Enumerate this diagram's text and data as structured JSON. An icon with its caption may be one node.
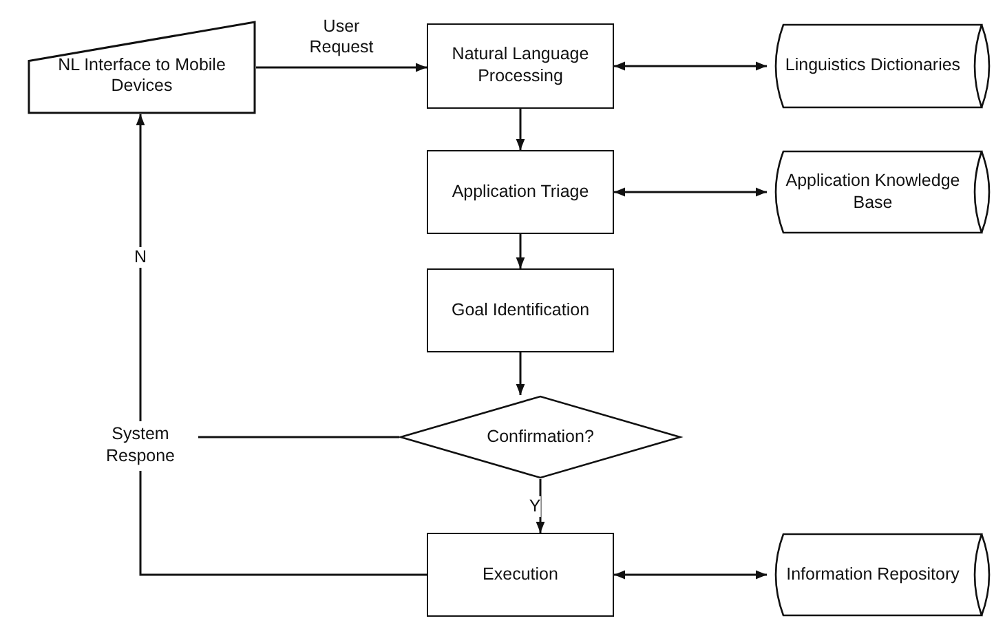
{
  "diagram": {
    "nodes": [
      {
        "text": [
          "NL Interface to Mobile Devices"
        ]
      },
      {
        "text": [
          "Natural Language Processing"
        ]
      },
      {
        "text": [
          "Linguistics Dictionaries"
        ]
      },
      {
        "text": [
          "Application Triage"
        ]
      },
      {
        "text": [
          "Application Knowledge Base"
        ]
      },
      {
        "text": [
          "Goal Identification"
        ]
      },
      {
        "text": [
          "Confirmation?"
        ]
      },
      {
        "text": [
          "System Respone"
        ]
      },
      {
        "text": [
          "Execution"
        ]
      },
      {
        "text": [
          "Information Repository"
        ]
      }
    ],
    "edges": [
      {
        "from": 0,
        "to": 1,
        "arrow": "to",
        "label": "User Request"
      },
      {
        "from": 1,
        "to": 2,
        "arrow": "both"
      },
      {
        "from": 1,
        "to": 3,
        "arrow": "to"
      },
      {
        "from": 3,
        "to": 4,
        "arrow": "both"
      },
      {
        "from": 3,
        "to": 5,
        "arrow": "to"
      },
      {
        "from": 5,
        "to": 6,
        "arrow": "to"
      },
      {
        "from": 6,
        "to": 8,
        "arrow": "to",
        "label": "Y"
      },
      {
        "from": 8,
        "to": 9,
        "arrow": "both"
      },
      {
        "from": 6,
        "to": 7,
        "arrow": "none"
      },
      {
        "from": 8,
        "to": 7,
        "arrow": "none"
      },
      {
        "from": 7,
        "to": 0,
        "arrow": "to",
        "label": "N"
      }
    ]
  }
}
